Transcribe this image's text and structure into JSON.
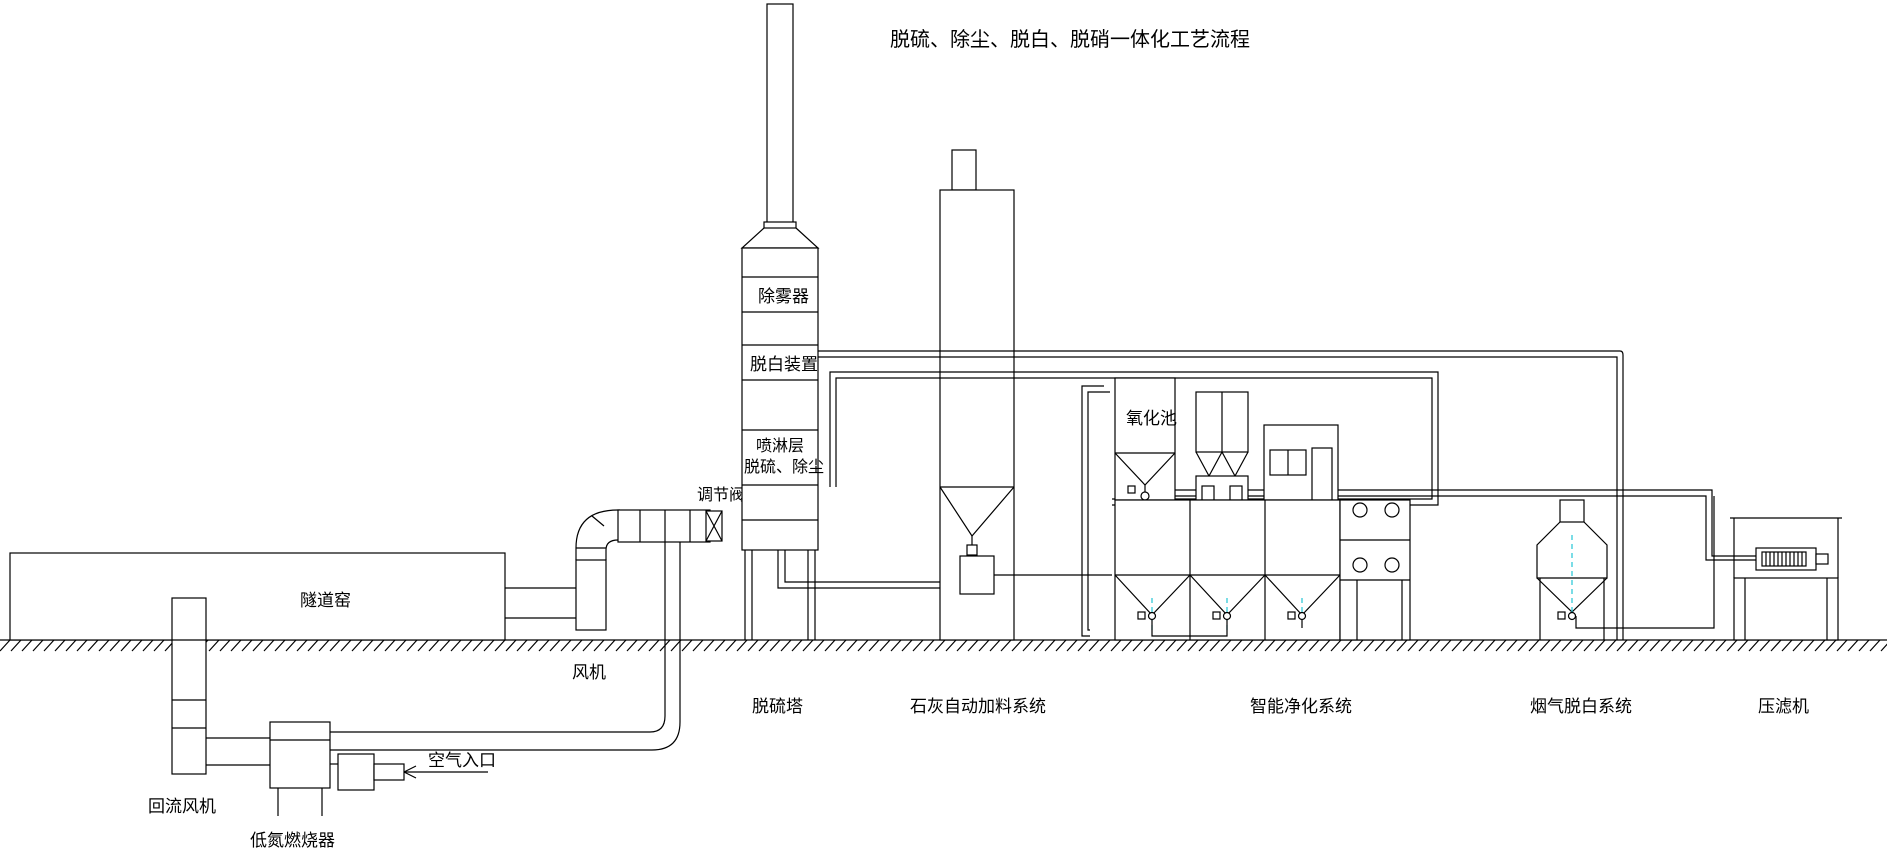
{
  "diagram": {
    "title": "脱硫、除尘、脱白、脱硝一体化工艺流程",
    "colors": {
      "line": "#000000",
      "marker": "#23c6d6",
      "background": "#ffffff"
    },
    "tower_sections": {
      "demister": "除雾器",
      "whitening_device": "脱白装置",
      "spray_layer_line1": "喷淋层",
      "spray_layer_line2": "脱硫、除尘"
    },
    "labels": {
      "tunnel_kiln": "隧道窑",
      "regulating_valve": "调节阀",
      "oxidation_pool": "氧化池",
      "fan": "风机",
      "air_inlet": "空气入口",
      "return_fan": "回流风机",
      "low_nitrogen_burner": "低氮燃烧器"
    },
    "systems": {
      "desulfurization_tower": "脱硫塔",
      "lime_feeding": "石灰自动加料系统",
      "smart_purification": "智能净化系统",
      "flue_gas_whitening": "烟气脱白系统",
      "filter_press": "压滤机"
    }
  }
}
